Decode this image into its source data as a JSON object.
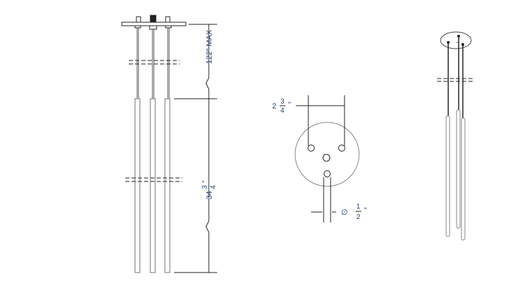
{
  "front_view": {
    "height_max_label": "122\" MAX",
    "length_whole": "34",
    "length_num": "3",
    "length_den": "4",
    "inch_mark": "\""
  },
  "canopy_view": {
    "spacing_whole": "2",
    "spacing_num": "3",
    "spacing_den": "4",
    "inch_mark": "\"",
    "diameter_symbol": "∅",
    "diameter_num": "1",
    "diameter_den": "2"
  },
  "colors": {
    "line": "#222222",
    "tube": "#999999",
    "dimension_text": "#1d3f73"
  }
}
